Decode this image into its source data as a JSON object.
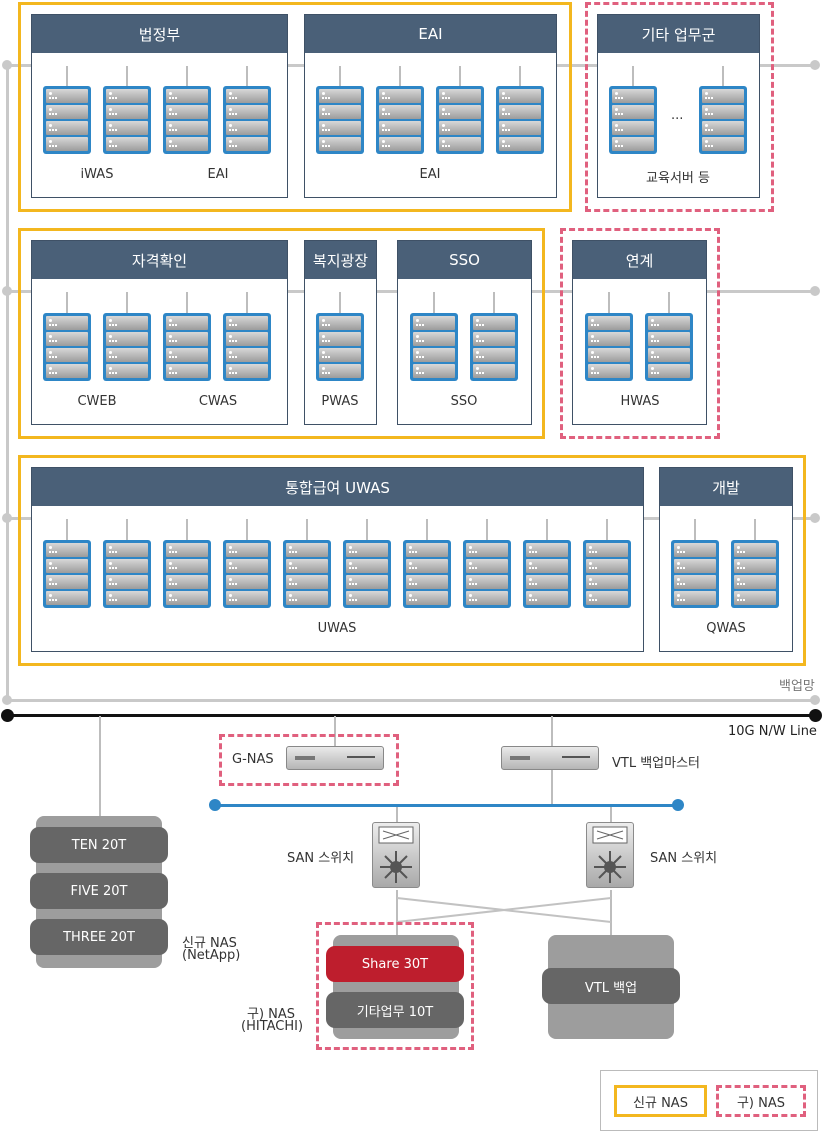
{
  "groups": {
    "row1": {
      "beopjeongbu": {
        "title": "법정부",
        "labels": [
          "iWAS",
          "EAI"
        ]
      },
      "eai": {
        "title": "EAI",
        "labels": [
          "EAI"
        ]
      },
      "gita": {
        "title": "기타 업무군",
        "ellipsis": "...",
        "labels": [
          "교육서버 등"
        ]
      }
    },
    "row2": {
      "jagyeok": {
        "title": "자격확인",
        "labels": [
          "CWEB",
          "CWAS"
        ]
      },
      "bokji": {
        "title": "복지광장",
        "labels": [
          "PWAS"
        ]
      },
      "sso": {
        "title": "SSO",
        "labels": [
          "SSO"
        ]
      },
      "yeongye": {
        "title": "연계",
        "labels": [
          "HWAS"
        ]
      }
    },
    "row3": {
      "tonghap": {
        "title": "통합급여 UWAS",
        "labels": [
          "UWAS"
        ]
      },
      "gaebal": {
        "title": "개발",
        "labels": [
          "QWAS"
        ]
      }
    }
  },
  "network": {
    "backup_label": "백업망",
    "line_label": "10G N/W Line"
  },
  "devices": {
    "gnas": "G-NAS",
    "vtl_master": "VTL 백업마스터",
    "san_left": "SAN 스위치",
    "san_right": "SAN 스위치"
  },
  "storage": {
    "new_nas": {
      "items": [
        "TEN 20T",
        "FIVE 20T",
        "THREE 20T"
      ],
      "caption_line1": "신규 NAS",
      "caption_line2": "(NetApp)"
    },
    "old_nas": {
      "items": [
        "Share 30T",
        "기타업무 10T"
      ],
      "caption_line1": "구) NAS",
      "caption_line2": "(HITACHI)"
    },
    "vtl": {
      "items": [
        "VTL 백업"
      ]
    }
  },
  "legend": {
    "new": "신규 NAS",
    "old": "구) NAS"
  },
  "colors": {
    "new_border": "#f3b71f",
    "old_border": "#e0607e",
    "header": "#4a6078",
    "server": "#2e86c6"
  }
}
